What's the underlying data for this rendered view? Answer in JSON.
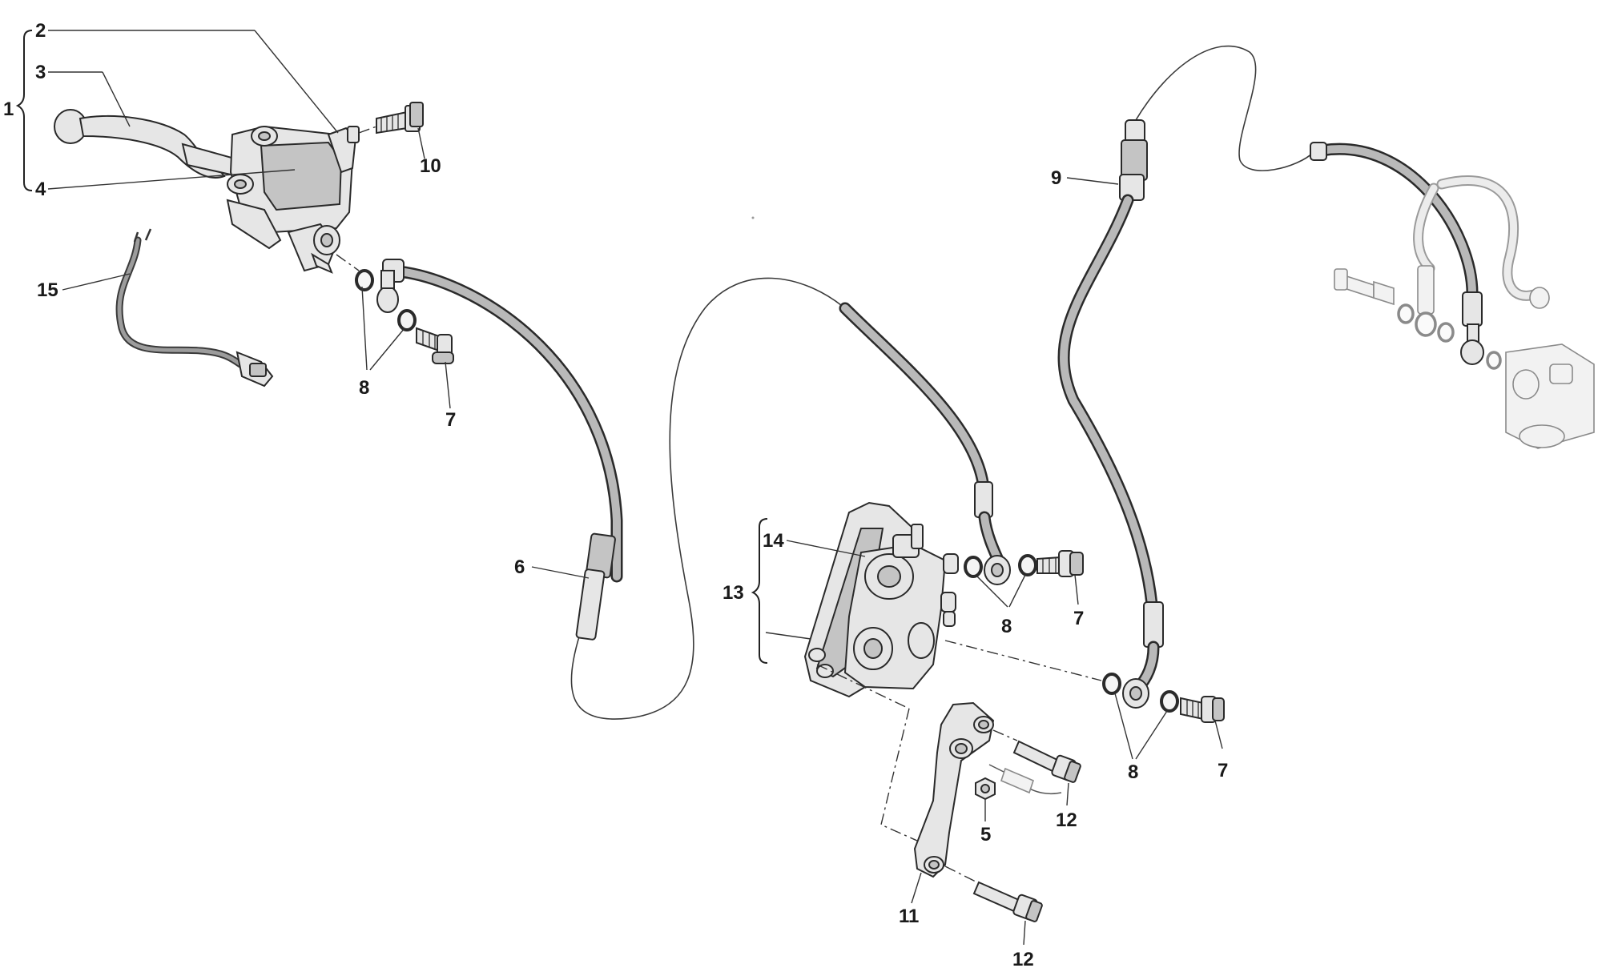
{
  "callouts": {
    "c1": "1",
    "c2": "2",
    "c3": "3",
    "c4": "4",
    "c5": "5",
    "c6": "6",
    "c7a": "7",
    "c7b": "7",
    "c7c": "7",
    "c8a": "8",
    "c8b": "8",
    "c8c": "8",
    "c9": "9",
    "c10": "10",
    "c11": "11",
    "c12a": "12",
    "c12b": "12",
    "c13": "13",
    "c14": "14",
    "c15": "15"
  }
}
